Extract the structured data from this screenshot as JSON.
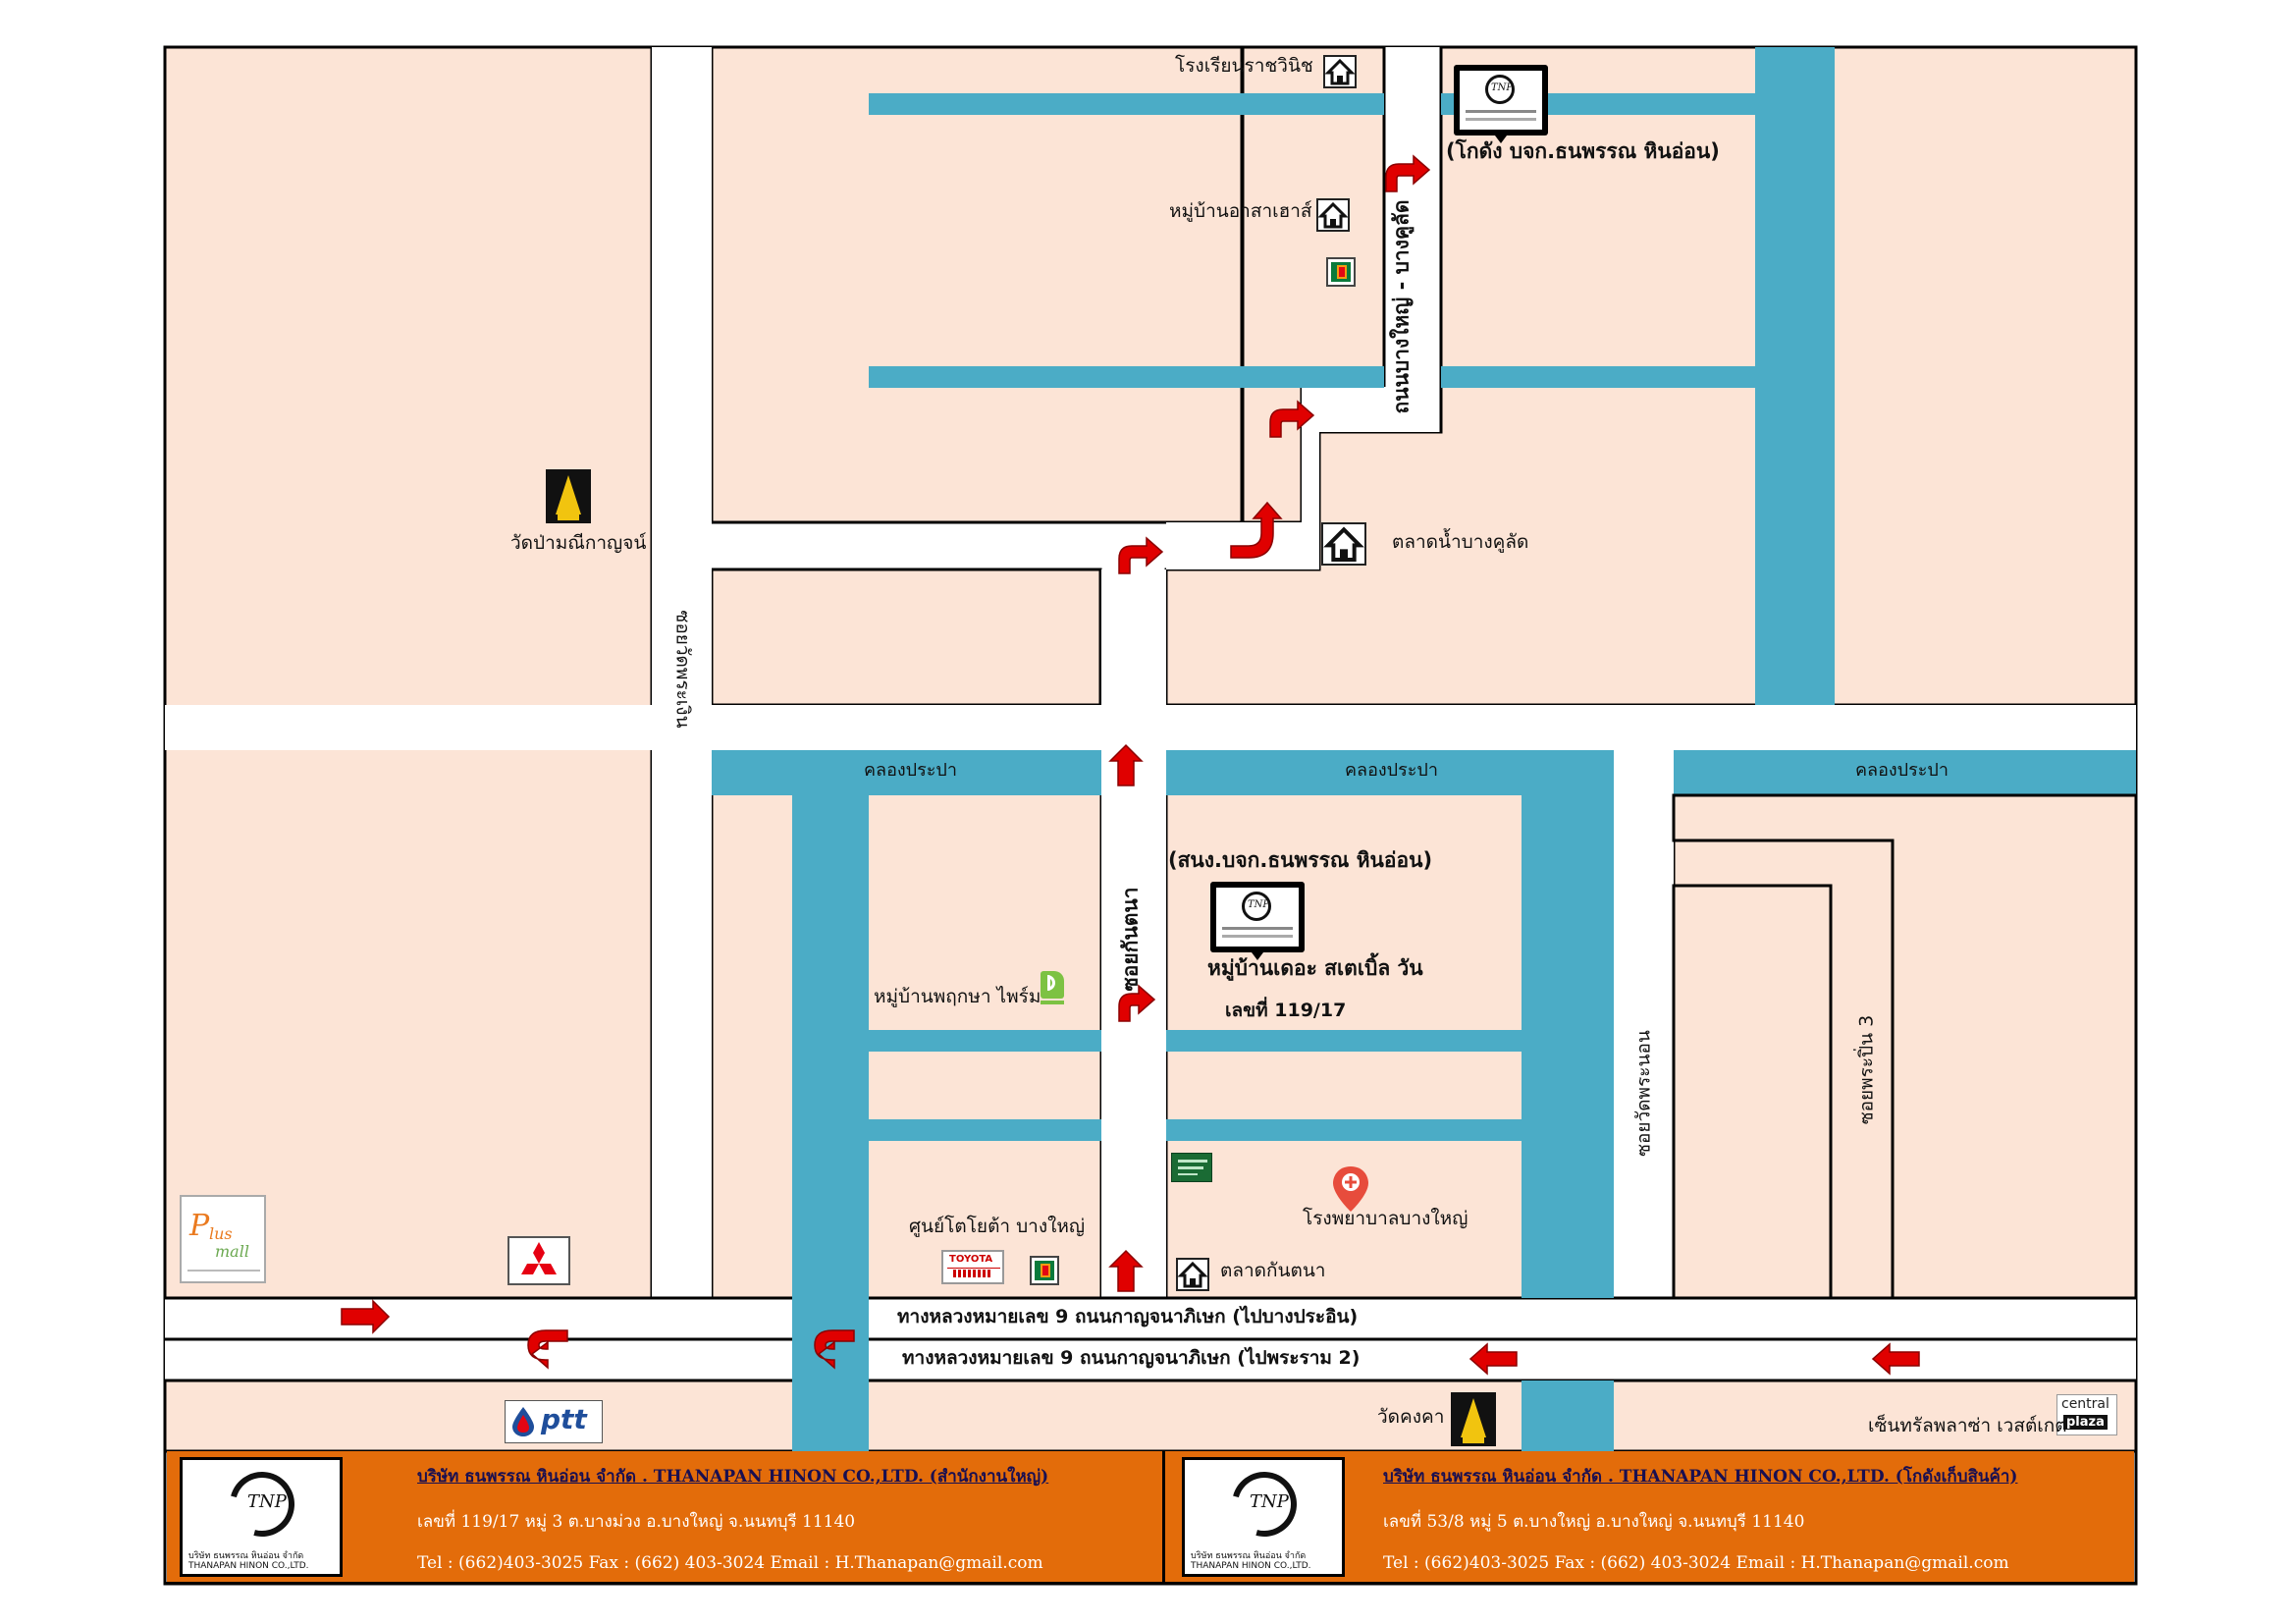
{
  "roads": {
    "top_school": "โรงเรียนราชวินิช",
    "village_asahouse": "หมู่บ้านอาสาเฮาส์",
    "bangyai_bangkulat": "ถนนบางใหญ่ - บางคูลัด",
    "temple_mani": "วัดป่ามณีกาญจน์",
    "soi_wat_pra_ngoen": "ซอยวัดพระเงิน",
    "market_bangkulat": "ตลาดน้ำบางคูลัด",
    "canal_1": "คลองประปา",
    "canal_2": "คลองประปา",
    "canal_3": "คลองประปา",
    "soi_kantana": "ซอยกันตนา",
    "village_pruksa": "หมู่บ้านพฤกษา ไพร์ม",
    "toyota_center": "ศูนย์โตโยต้า บางใหญ่",
    "market_kantana": "ตลาดกันตนา",
    "hospital": "โรงพยาบาลบางใหญ่",
    "soi_wat_phra_non": "ซอยวัดพระนอน",
    "soi_phra_pin_3": "ซอยพระปิ่น 3",
    "highway_out": "ทางหลวงหมายเลข 9 ถนนกาญจนาภิเษก (ไปบางประอิน)",
    "highway_in": "ทางหลวงหมายเลข 9 ถนนกาญจนาภิเษก (ไปพระราม 2)",
    "wat_khongkha": "วัดคงคา",
    "central_westgate": "เซ็นทรัลพลาซ่า เวสต์เกต"
  },
  "pins": {
    "warehouse": "(โกดัง บจก.ธนพรรณ หินอ่อน)",
    "office_name": "(สนง.บจก.ธนพรรณ หินอ่อน)",
    "office_village": "หมู่บ้านเดอะ สเตเบิ้ล วัน",
    "office_number": "เลขที่ 119/17"
  },
  "brands": {
    "ptt": "ptt",
    "central_1": "central",
    "central_2": "plaza",
    "toyota": "TOYOTA",
    "plus_mall": "Plus mall",
    "tnp": "TNP"
  },
  "footer": {
    "left": {
      "title": "บริษัท ธนพรรณ หินอ่อน จำกัด . THANAPAN HINON CO.,LTD. (สำนักงานใหญ่)",
      "address": "เลขที่ 119/17 หมู่ 3 ต.บางม่วง อ.บางใหญ่ จ.นนทบุรี 11140",
      "contact": "Tel : (662)403-3025  Fax : (662) 403-3024 Email :  H.Thanapan@gmail.com",
      "logo_caption_1": "บริษัท ธนพรรณ หินอ่อน จำกัด",
      "logo_caption_2": "THANAPAN HINON CO.,LTD."
    },
    "right": {
      "title": "บริษัท ธนพรรณ หินอ่อน จำกัด . THANAPAN HINON CO.,LTD. (โกดังเก็บสินค้า)",
      "address": "เลขที่ 53/8 หมู่ 5 ต.บางใหญ่ อ.บางใหญ่ จ.นนทบุรี 11140",
      "contact": "Tel : (662)403-3025  Fax : (662) 403-3024 Email :  H.Thanapan@gmail.com",
      "logo_caption_1": "บริษัท ธนพรรณ หินอ่อน จำกัด",
      "logo_caption_2": "THANAPAN HINON CO.,LTD."
    }
  },
  "colors": {
    "land": "#fce4d6",
    "water": "#4bacc6",
    "road": "#ffffff",
    "arrow": "#e00000",
    "footer": "#e36c0a"
  }
}
